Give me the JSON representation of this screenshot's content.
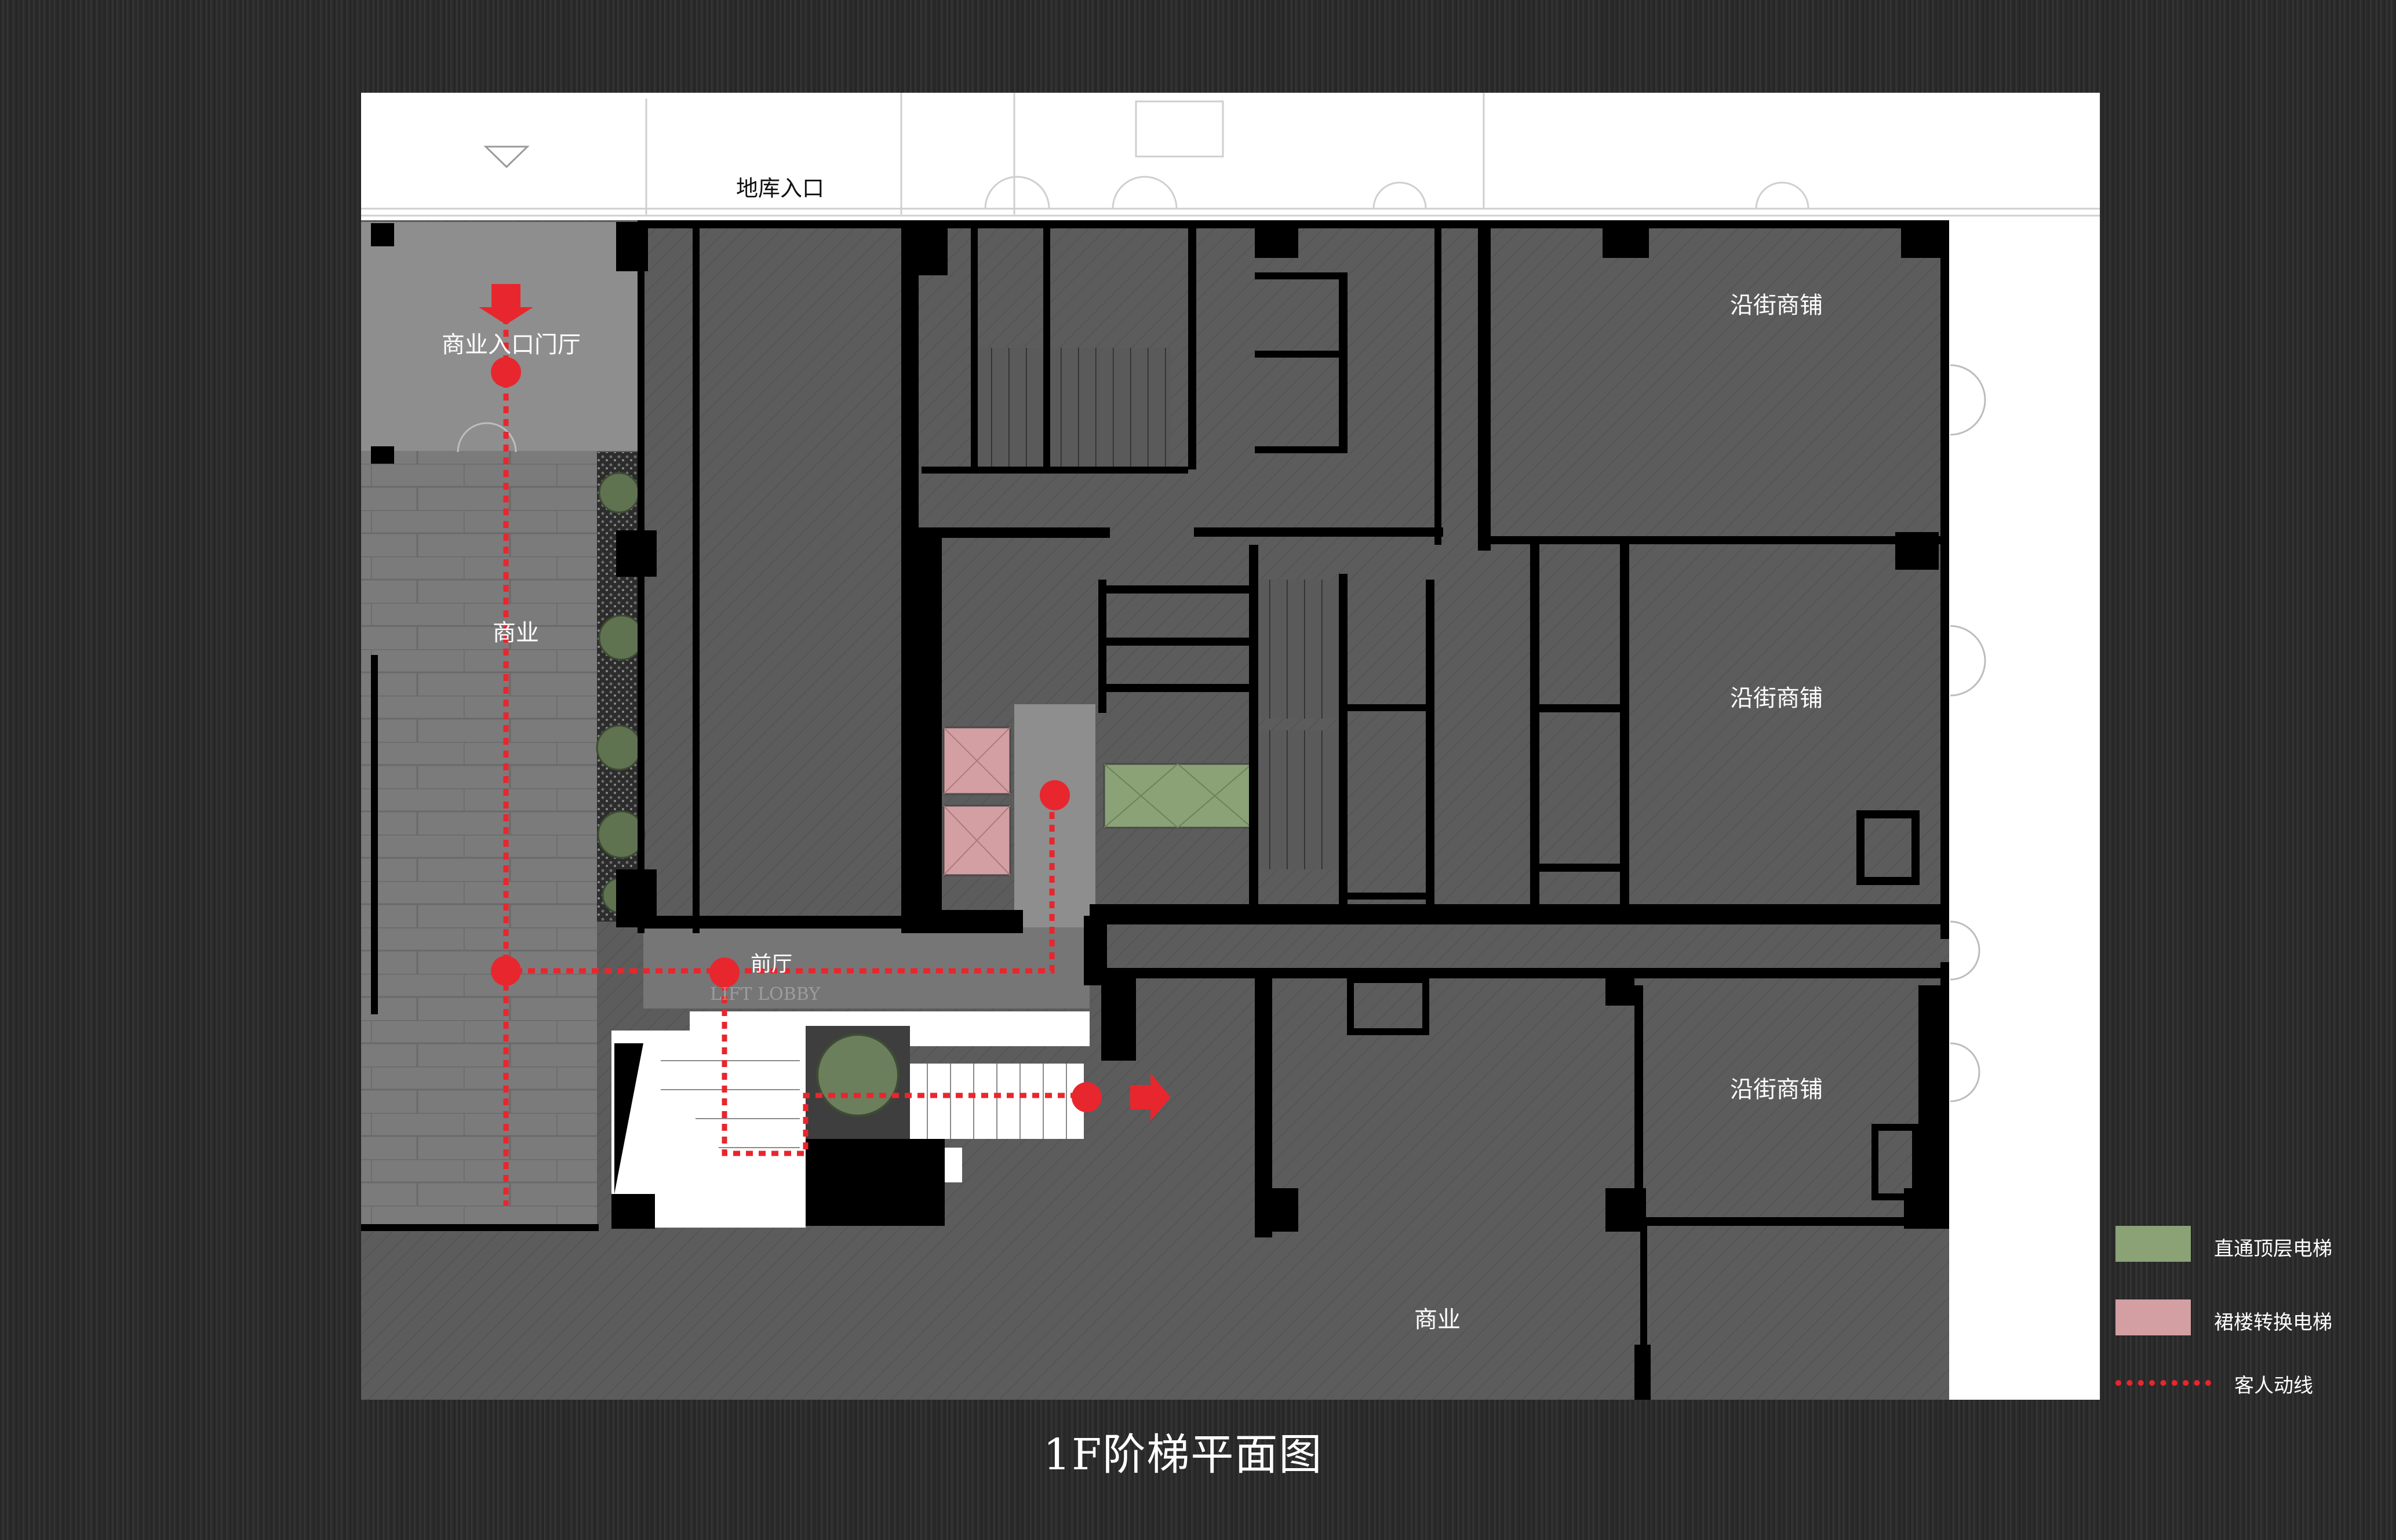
{
  "plan": {
    "title": "1F阶梯平面图",
    "labels": {
      "basement_entrance": "地库入口",
      "commercial_lobby": "商业入口门厅",
      "commercial_west": "商业",
      "street_shop_1": "沿街商铺",
      "street_shop_2": "沿街商铺",
      "street_shop_3": "沿街商铺",
      "front_hall": "前厅",
      "lift_lobby": "LIFT LOBBY",
      "commercial_south": "商业"
    },
    "colors": {
      "background": "#2b2b2b",
      "floor": "#5e5e5e",
      "paving": "#7d7d7d",
      "lobby": "#8e8e8e",
      "walls": "#000000",
      "route": "#e8262e",
      "direct_elevator": "#8aa276",
      "podium_elevator": "#d39fa2"
    }
  },
  "legend": {
    "items": [
      {
        "label": "直通顶层电梯",
        "color": "#8aa276"
      },
      {
        "label": "裙楼转换电梯",
        "color": "#d39fa2"
      },
      {
        "label": "客人动线",
        "color": "#e8262e"
      }
    ]
  }
}
